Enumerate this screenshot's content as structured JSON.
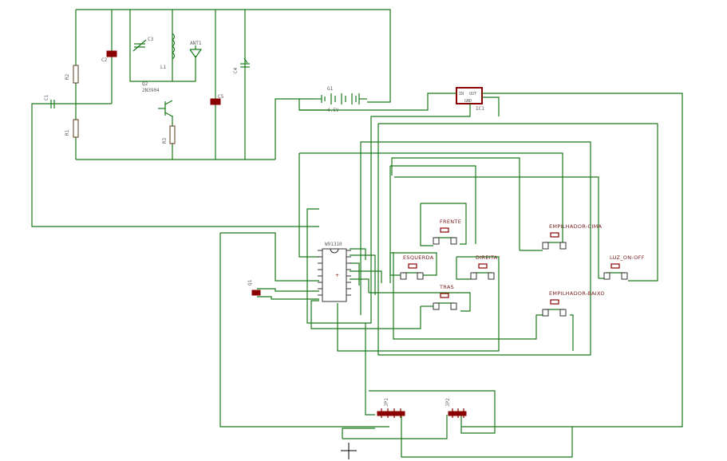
{
  "components": {
    "c1": "C1",
    "c2": "C2",
    "c3": "C3",
    "c4": "C4",
    "c5": "C5",
    "r1": "R1",
    "r2": "R2",
    "r3": "R3",
    "l1": "L1",
    "ant1": "ANT1",
    "q2_ref": "Q2",
    "q2_part": "2N3904",
    "g1_ref": "G1",
    "g1_value": "4.5V",
    "ic1_ref": "IC1",
    "ic1_in": "IN",
    "ic1_out": "OUT",
    "ic1_gnd": "GND",
    "main_ic": "W91310",
    "q1": "Q1",
    "jp1": "JP1",
    "jp2": "JP2"
  },
  "switches": {
    "frente": "FRENTE",
    "esquerda": "ESQUERDA",
    "direita": "DIREITA",
    "tras": "TRAS",
    "empilhador_cima": "EMPILHADOR-CIMA",
    "empilhador_baixo": "EMPILHADOR-BAIXO",
    "luz": "LUZ_ON-OFF"
  }
}
